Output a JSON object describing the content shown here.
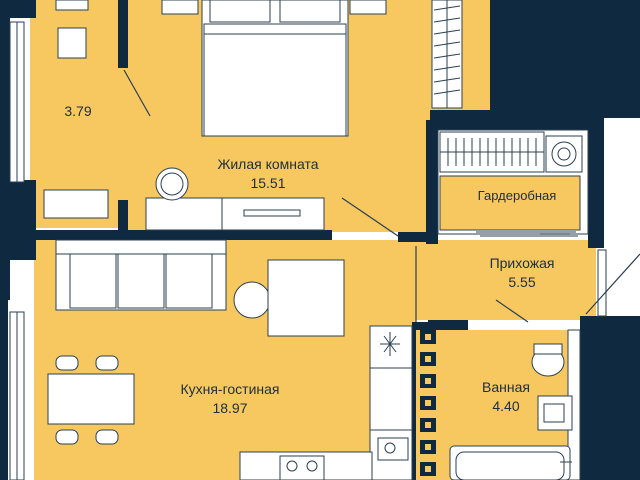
{
  "colors": {
    "wall": "#0f2a40",
    "floor": "#f6c85f",
    "furniture": "#ffffff",
    "line": "#2b3f52",
    "label": "#1d2e3d"
  },
  "rooms": {
    "balcony": {
      "area": "3.79"
    },
    "living_room": {
      "name": "Жилая комната",
      "area": "15.51"
    },
    "wardrobe": {
      "name": "Гардеробная"
    },
    "hallway": {
      "name": "Прихожая",
      "area": "5.55"
    },
    "kitchen_living": {
      "name": "Кухня-гостиная",
      "area": "18.97"
    },
    "bathroom": {
      "name": "Ванная",
      "area": "4.40"
    }
  }
}
